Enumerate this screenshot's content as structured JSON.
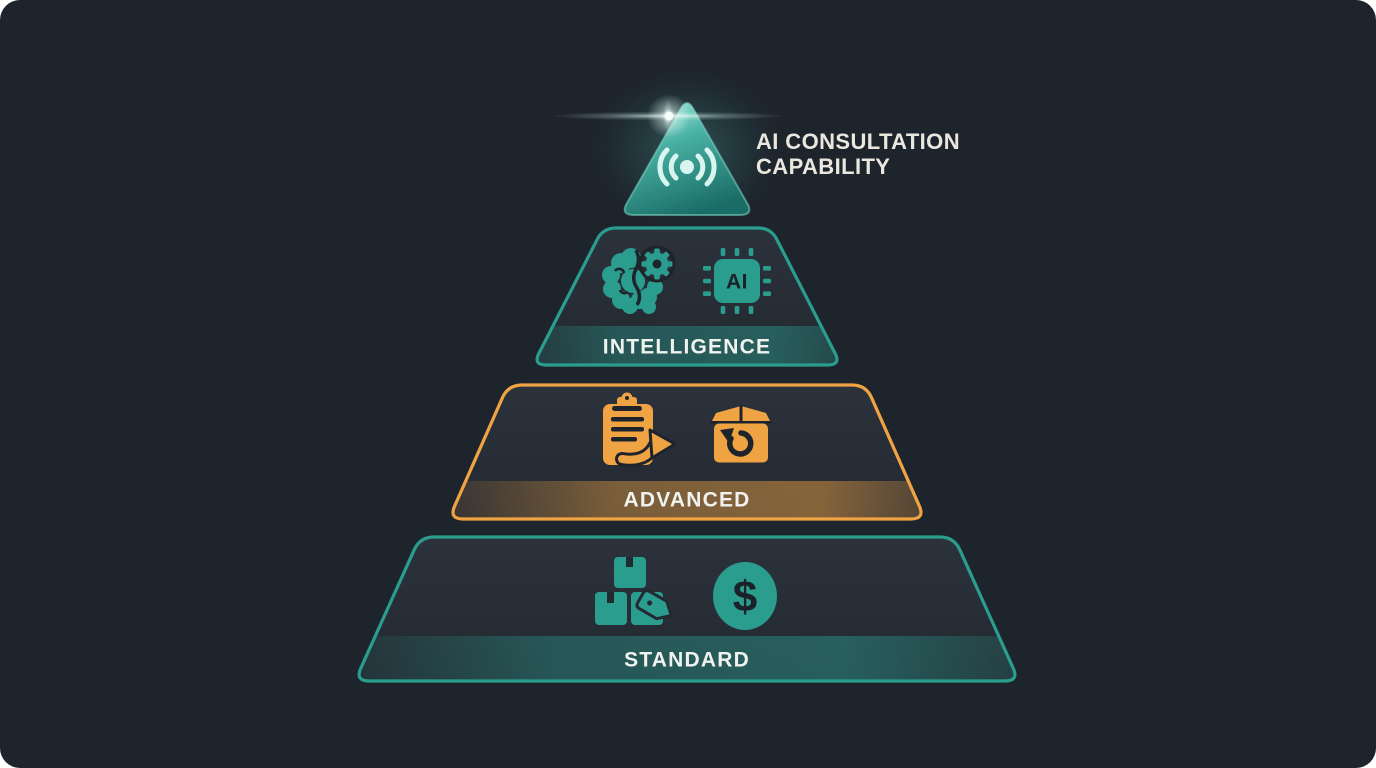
{
  "diagram": {
    "title_line1": "AI CONSULTATION",
    "title_line2": "CAPABILITY",
    "apex": {
      "icon": "broadcast-signal-icon"
    },
    "tiers": [
      {
        "label": "INTELLIGENCE",
        "accent_color": "#2a9d8f",
        "icons": [
          "brain-gear-icon",
          "ai-chip-icon"
        ],
        "chip_text": "AI"
      },
      {
        "label": "ADVANCED",
        "accent_color": "#f0a343",
        "icons": [
          "clipboard-forward-icon",
          "return-box-icon"
        ]
      },
      {
        "label": "STANDARD",
        "accent_color": "#2a9d8f",
        "icons": [
          "stacked-boxes-price-tag-icon",
          "dollar-coin-icon"
        ],
        "coin_text": "$"
      }
    ]
  },
  "colors": {
    "background": "#1e242c",
    "teal": "#2a9d8f",
    "orange": "#f0a343",
    "title_text": "#eae8de",
    "label_text": "#f0f2ef"
  }
}
